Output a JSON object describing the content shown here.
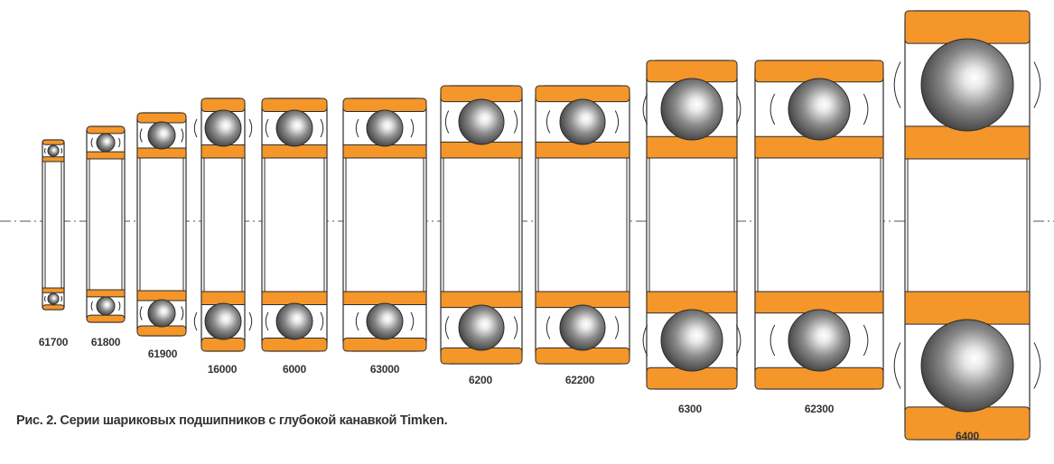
{
  "caption": "Рис. 2. Серии шариковых подшипников с глубокой канавкой Timken.",
  "colors": {
    "ring": "#f4962a",
    "outline": "#2b2b2b",
    "background": "#ffffff",
    "ball_light": "#ffffff",
    "ball_dark": "#3a3a3a",
    "text": "#333333"
  },
  "bearings": [
    {
      "series": "61700"
    },
    {
      "series": "61800"
    },
    {
      "series": "61900"
    },
    {
      "series": "16000"
    },
    {
      "series": "6000"
    },
    {
      "series": "63000"
    },
    {
      "series": "6200"
    },
    {
      "series": "62200"
    },
    {
      "series": "6300"
    },
    {
      "series": "62300"
    },
    {
      "series": "6400"
    }
  ]
}
